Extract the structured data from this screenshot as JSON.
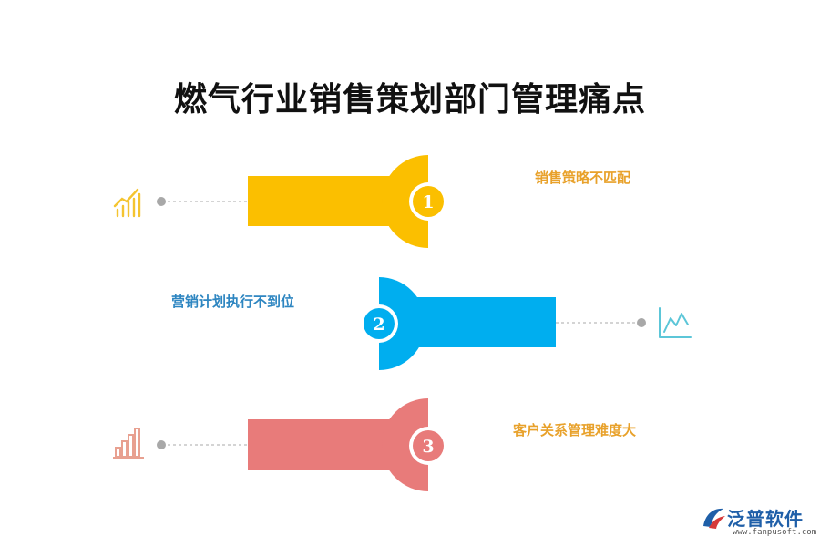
{
  "title": "燃气行业销售策划部门管理痛点",
  "items": [
    {
      "number": "1",
      "label": "销售策略不匹配",
      "color": "#FBBF00",
      "label_color": "#E8A12A",
      "icon": "bar-chart-rising-icon"
    },
    {
      "number": "2",
      "label": "营销计划执行不到位",
      "color": "#00AEEF",
      "label_color": "#2E86C1",
      "icon": "line-chart-icon"
    },
    {
      "number": "3",
      "label": "客户关系管理难度大",
      "color": "#E87B7A",
      "label_color": "#E8A12A",
      "icon": "bar-chart-icon"
    }
  ],
  "logo": {
    "name": "泛普软件",
    "url": "www.fanpusoft.com",
    "color": "#1f5fa8"
  }
}
